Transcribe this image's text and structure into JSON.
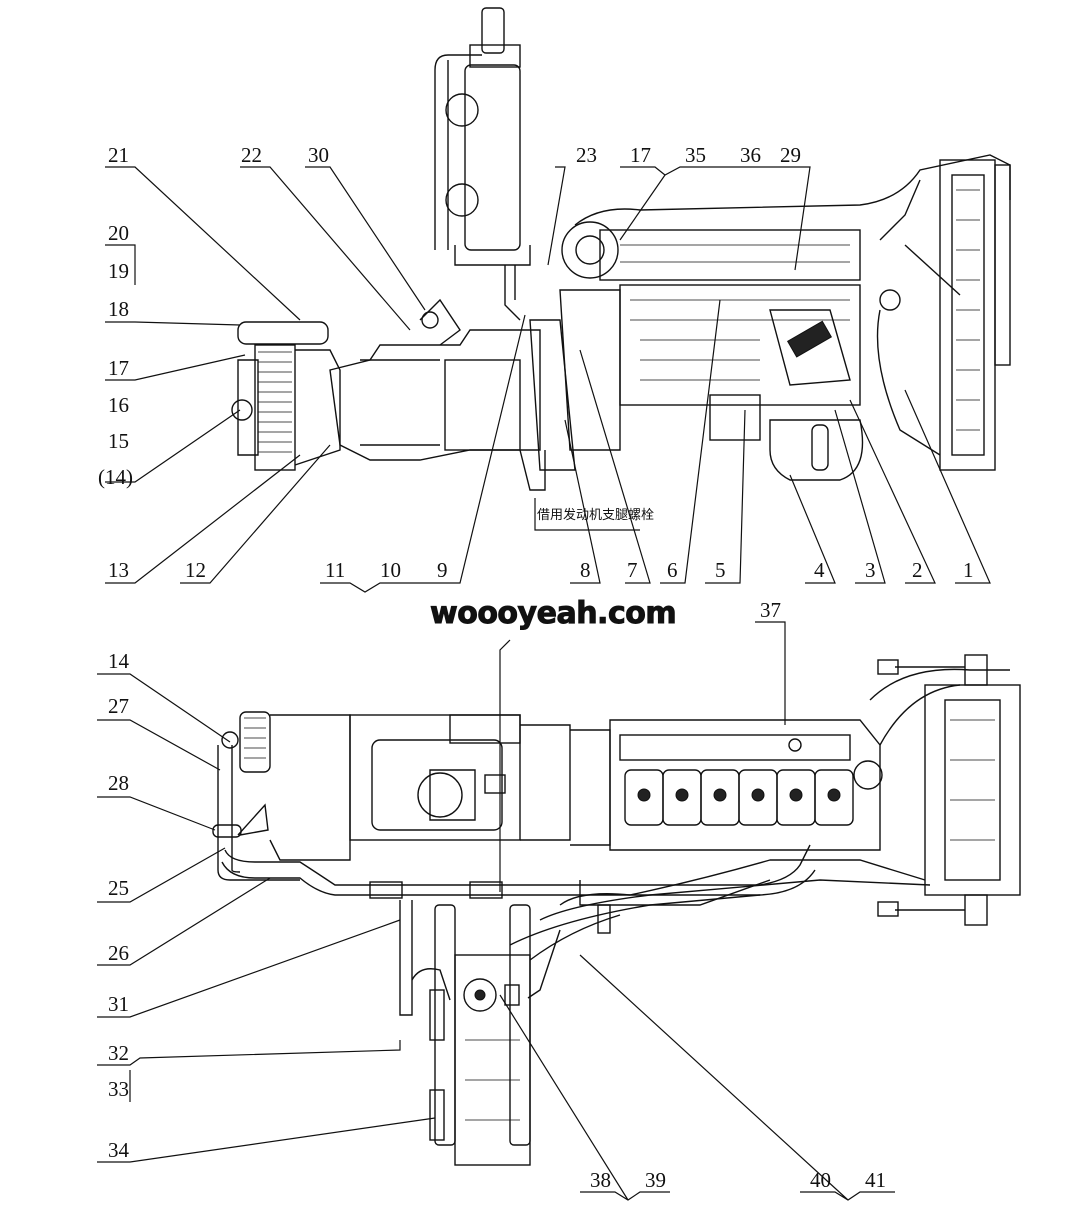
{
  "watermark": "woooyeah.com",
  "note_label": "借用发动机支腿螺栓",
  "callouts": {
    "n1": "1",
    "n2": "2",
    "n3": "3",
    "n4": "4",
    "n5": "5",
    "n6": "6",
    "n7": "7",
    "n8": "8",
    "n9": "9",
    "n10": "10",
    "n11": "11",
    "n12": "12",
    "n13": "13",
    "n14_paren": "(14)",
    "n15": "15",
    "n16": "16",
    "n17_left": "17",
    "n18": "18",
    "n19": "19",
    "n20": "20",
    "n21": "21",
    "n22": "22",
    "n23": "23",
    "n17_top": "17",
    "n35": "35",
    "n36": "36",
    "n29": "29",
    "n30": "30",
    "n14": "14",
    "n27": "27",
    "n28": "28",
    "n25": "25",
    "n26": "26",
    "n31": "31",
    "n32": "32",
    "n33": "33",
    "n34": "34",
    "n37": "37",
    "n38": "38",
    "n39": "39",
    "n40": "40",
    "n41": "41"
  }
}
